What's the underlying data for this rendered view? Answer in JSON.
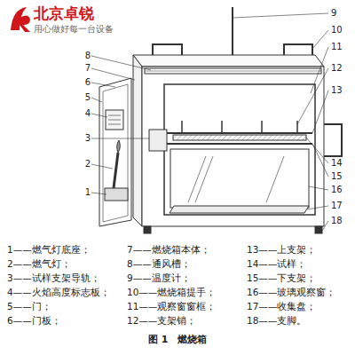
{
  "diagram": {
    "caption": "图 1　燃烧箱",
    "labels": [
      "北京卓锐",
      "用心做好每一台设备",
      "1",
      "2",
      "3",
      "4",
      "5",
      "6",
      "7",
      "8",
      "9",
      "10",
      "11",
      "12",
      "13",
      "14",
      "15",
      "16",
      "17",
      "18",
      "1——燃气灯底座；",
      "2——燃气灯；",
      "3——试样支架导轨；",
      "4——火焰高度标志板；",
      "5——门；",
      "6——门板；",
      "7——燃烧箱本体；",
      "8——通风槽；",
      "9——温度计；",
      "10——燃烧箱提手；",
      "11——观察窗窗框；",
      "12——支架销；",
      "13——上支架；",
      "14——试样；",
      "15——下支架；",
      "16——玻璃观察窗；",
      "17——收集盘；",
      "18——支脚。"
    ]
  }
}
